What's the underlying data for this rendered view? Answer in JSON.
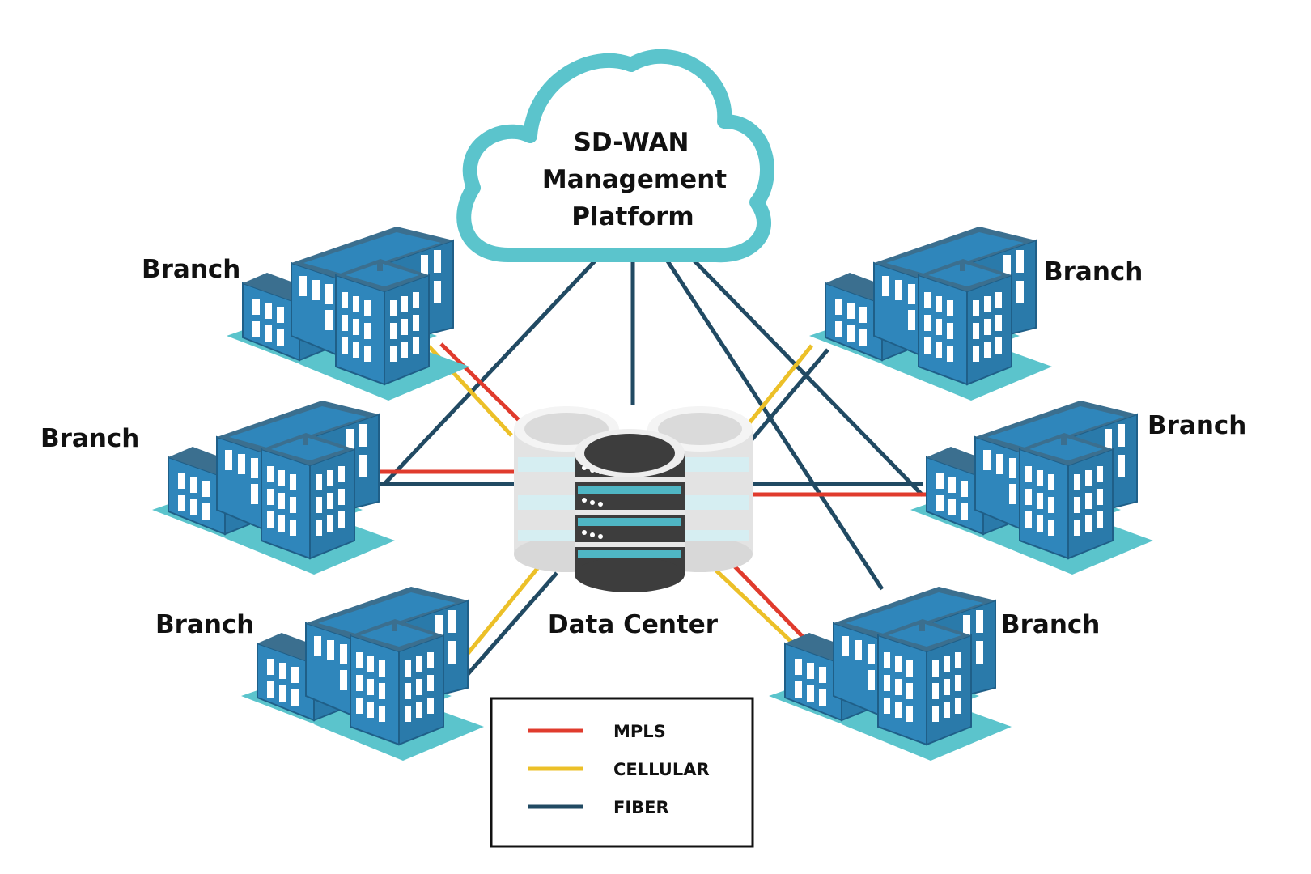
{
  "cloud": {
    "lines": [
      "SD-WAN",
      "Management",
      "Platform"
    ],
    "stroke_color": "#5bc4cc"
  },
  "data_center": {
    "label": "Data Center"
  },
  "branches": [
    {
      "id": "top-left",
      "label": "Branch"
    },
    {
      "id": "middle-left",
      "label": "Branch"
    },
    {
      "id": "bottom-left",
      "label": "Branch"
    },
    {
      "id": "top-right",
      "label": "Branch"
    },
    {
      "id": "middle-right",
      "label": "Branch"
    },
    {
      "id": "bottom-right",
      "label": "Branch"
    }
  ],
  "link_types": {
    "mpls": {
      "label": "MPLS",
      "color": "#e03b2d"
    },
    "cellular": {
      "label": "CELLULAR",
      "color": "#ecc028"
    },
    "fiber": {
      "label": "FIBER",
      "color": "#214a63"
    }
  },
  "legend": {
    "items": [
      {
        "type": "mpls",
        "label": "MPLS"
      },
      {
        "type": "cellular",
        "label": "CELLULAR"
      },
      {
        "type": "fiber",
        "label": "FIBER"
      }
    ]
  },
  "connections": [
    {
      "from": "cloud",
      "to": "data-center",
      "type": "fiber"
    },
    {
      "from": "cloud",
      "to": "middle-left",
      "type": "fiber"
    },
    {
      "from": "cloud",
      "to": "bottom-right",
      "type": "fiber"
    },
    {
      "from": "cloud",
      "to": "middle-right",
      "type": "fiber"
    },
    {
      "from": "top-left",
      "to": "data-center",
      "type": "mpls"
    },
    {
      "from": "top-left",
      "to": "data-center",
      "type": "cellular"
    },
    {
      "from": "middle-left",
      "to": "data-center",
      "type": "mpls"
    },
    {
      "from": "middle-left",
      "to": "data-center",
      "type": "fiber"
    },
    {
      "from": "bottom-left",
      "to": "data-center",
      "type": "cellular"
    },
    {
      "from": "bottom-left",
      "to": "data-center",
      "type": "fiber"
    },
    {
      "from": "top-right",
      "to": "data-center",
      "type": "cellular"
    },
    {
      "from": "top-right",
      "to": "data-center",
      "type": "fiber"
    },
    {
      "from": "middle-right",
      "to": "data-center",
      "type": "fiber"
    },
    {
      "from": "middle-right",
      "to": "data-center",
      "type": "mpls"
    },
    {
      "from": "bottom-right",
      "to": "data-center",
      "type": "cellular"
    },
    {
      "from": "bottom-right",
      "to": "data-center",
      "type": "mpls"
    }
  ],
  "colors": {
    "building_body": "#2f86bb",
    "building_dark": "#1f5f88",
    "building_roof": "#3b6f8f",
    "building_base": "#5bc4cc",
    "window": "#ffffff",
    "server_dark": "#3d3d3d",
    "server_teal": "#4fb6c4",
    "server_light": "#dcdcdc",
    "server_light_teal": "#d6eef2"
  }
}
